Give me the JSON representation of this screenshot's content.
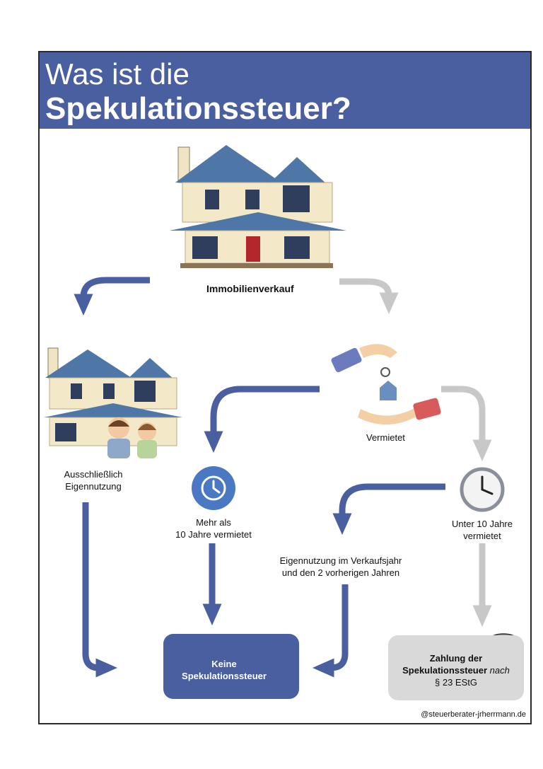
{
  "header": {
    "title_line1": "Was ist die",
    "title_line2": "Spekulationssteuer?"
  },
  "nodes": {
    "sale": "Immobilienverkauf",
    "rented": "Vermietet",
    "owner_line1": "Ausschließlich",
    "owner_line2": "Eigennutzung",
    "over10_line1": "Mehr als",
    "over10_line2": "10 Jahre vermietet",
    "under10_line1": "Unter 10 Jahre",
    "under10_line2": "vermietet",
    "selfuse_line1": "Eigennutzung im Verkaufsjahr",
    "selfuse_line2": "und den 2 vorherigen Jahren"
  },
  "results": {
    "no_tax_line1": "Keine",
    "no_tax_line2": "Spekulationssteuer",
    "tax_line1": "Zahlung der",
    "tax_line2_bold": "Spekulationssteuer",
    "tax_line2_italic": "nach",
    "tax_line3": "§ 23 EStG"
  },
  "footer": {
    "credit": "@steuerberater-jrherrmann.de"
  },
  "colors": {
    "blue": "#4a5f9f",
    "gray_arrow": "#c8c8c8",
    "gray_box": "#d9d9d9"
  }
}
